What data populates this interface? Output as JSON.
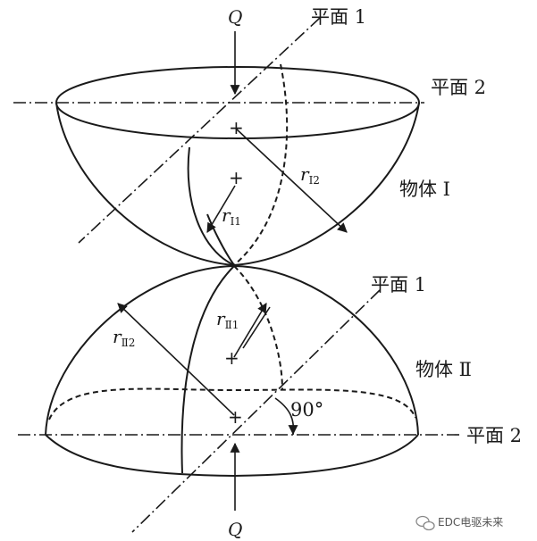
{
  "labels": {
    "force_top": "Q",
    "force_bottom": "Q",
    "plane1_top": "平面 1",
    "plane2_top": "平面 2",
    "plane1_bottom": "平面 1",
    "plane2_bottom": "平面 2",
    "body1": "物体 Ⅰ",
    "body2": "物体 Ⅱ",
    "angle": "90°",
    "r_I1_var": "r",
    "r_I1_sub": "I1",
    "r_I2_var": "r",
    "r_I2_sub": "I2",
    "r_II1_var": "r",
    "r_II1_sub": "Ⅱ1",
    "r_II2_var": "r",
    "r_II2_sub": "Ⅱ2",
    "plus": "+"
  },
  "watermark": {
    "text": "EDC电驱未来",
    "icon": "wechat-icon"
  },
  "colors": {
    "ink": "#1a1a1a",
    "background": "#ffffff"
  }
}
